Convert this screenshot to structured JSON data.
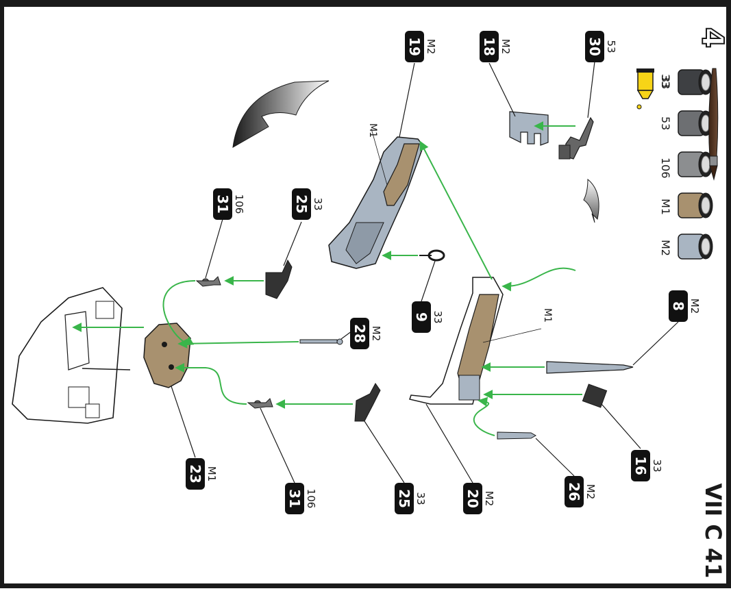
{
  "sheet": {
    "step_number": "4",
    "model_title": "VII C 41"
  },
  "paints": [
    {
      "code": "33",
      "color": "#3e4043"
    },
    {
      "code": "53",
      "color": "#6d6f72"
    },
    {
      "code": "106",
      "color": "#8c8e90"
    },
    {
      "code": "M1",
      "color": "#a8916f"
    },
    {
      "code": "M2",
      "color": "#a9b5c2"
    }
  ],
  "glue_label": "33",
  "parts": {
    "p30": {
      "num": "30",
      "paint": "53"
    },
    "p18": {
      "num": "18",
      "paint": "M2"
    },
    "p19": {
      "num": "19",
      "paint": "M2"
    },
    "p9": {
      "num": "9",
      "paint": "33"
    },
    "p25a": {
      "num": "25",
      "paint": "33"
    },
    "p31a": {
      "num": "31",
      "paint": "106"
    },
    "p28": {
      "num": "28",
      "paint": "M2"
    },
    "p8": {
      "num": "8",
      "paint": "M2"
    },
    "p16": {
      "num": "16",
      "paint": "33"
    },
    "p26": {
      "num": "26",
      "paint": "M2"
    },
    "p20": {
      "num": "20",
      "paint": "M2"
    },
    "p25b": {
      "num": "25",
      "paint": "33"
    },
    "p31b": {
      "num": "31",
      "paint": "106"
    },
    "p23": {
      "num": "23",
      "paint": "M1"
    }
  },
  "surface_labels": {
    "upper_part": "M1",
    "middle_part": "M1"
  },
  "colors": {
    "arrow": "#39b54a",
    "tag_bg": "#111111",
    "tag_fg": "#ffffff",
    "m1": "#a8916f",
    "m2": "#a9b5c2",
    "border": "#1a1a1a"
  }
}
